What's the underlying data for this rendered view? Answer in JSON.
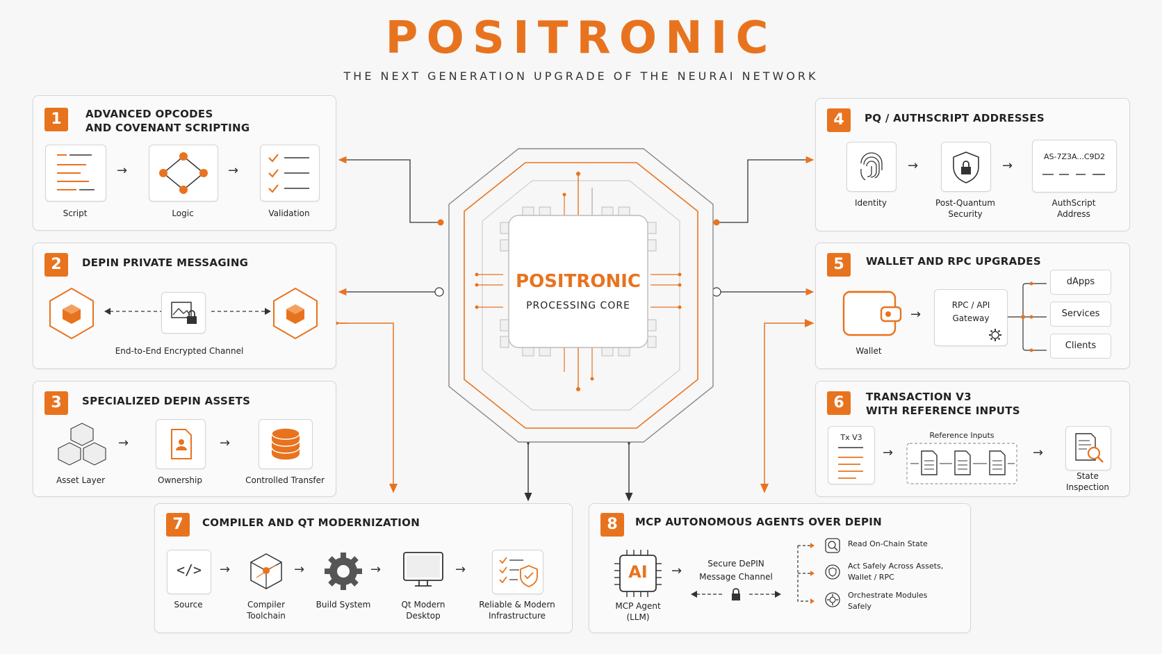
{
  "header": {
    "title": "POSITRONIC",
    "subtitle": "THE NEXT GENERATION UPGRADE OF THE NEURAI NETWORK"
  },
  "core": {
    "title": "POSITRONIC",
    "subtitle": "PROCESSING CORE"
  },
  "colors": {
    "accent": "#e8731e",
    "line": "#333333",
    "panel_border": "#d6d6d6"
  },
  "panels": [
    {
      "number": "1",
      "title_line1": "ADVANCED OPCODES",
      "title_line2": "AND COVENANT SCRIPTING",
      "steps": [
        "Script",
        "Logic",
        "Validation"
      ]
    },
    {
      "number": "2",
      "title": "DEPIN PRIVATE MESSAGING",
      "caption": "End-to-End Encrypted Channel"
    },
    {
      "number": "3",
      "title": "SPECIALIZED DEPIN ASSETS",
      "steps": [
        "Asset Layer",
        "Ownership",
        "Controlled Transfer"
      ]
    },
    {
      "number": "4",
      "title": "PQ / AUTHSCRIPT ADDRESSES",
      "steps": [
        "Identity",
        "Post-Quantum",
        "Security",
        "AuthScript",
        "Address"
      ],
      "address_value": "AS-7Z3A...C9D2"
    },
    {
      "number": "5",
      "title": "WALLET AND RPC UPGRADES",
      "wallet": "Wallet",
      "gateway_line1": "RPC / API",
      "gateway_line2": "Gateway",
      "outputs": [
        "dApps",
        "Services",
        "Clients"
      ]
    },
    {
      "number": "6",
      "title_line1": "TRANSACTION V3",
      "title_line2": "WITH REFERENCE INPUTS",
      "tx": "Tx V3",
      "ref_label": "Reference Inputs",
      "state_line1": "State",
      "state_line2": "Inspection"
    },
    {
      "number": "7",
      "title": "COMPILER AND QT MODERNIZATION",
      "steps": [
        {
          "l1": "Source",
          "l2": ""
        },
        {
          "l1": "Compiler",
          "l2": "Toolchain"
        },
        {
          "l1": "Build System",
          "l2": ""
        },
        {
          "l1": "Qt Modern",
          "l2": "Desktop"
        },
        {
          "l1": "Reliable & Modern",
          "l2": "Infrastructure"
        }
      ]
    },
    {
      "number": "8",
      "title": "MCP AUTONOMOUS AGENTS OVER DEPIN",
      "agent_icon_text": "AI",
      "agent_line1": "MCP Agent",
      "agent_line2": "(LLM)",
      "channel_line1": "Secure DePIN",
      "channel_line2": "Message Channel",
      "actions": [
        {
          "l1": "Read On-Chain State",
          "l2": ""
        },
        {
          "l1": "Act Safely Across Assets,",
          "l2": "Wallet / RPC"
        },
        {
          "l1": "Orchestrate Modules",
          "l2": "Safely"
        }
      ]
    }
  ]
}
